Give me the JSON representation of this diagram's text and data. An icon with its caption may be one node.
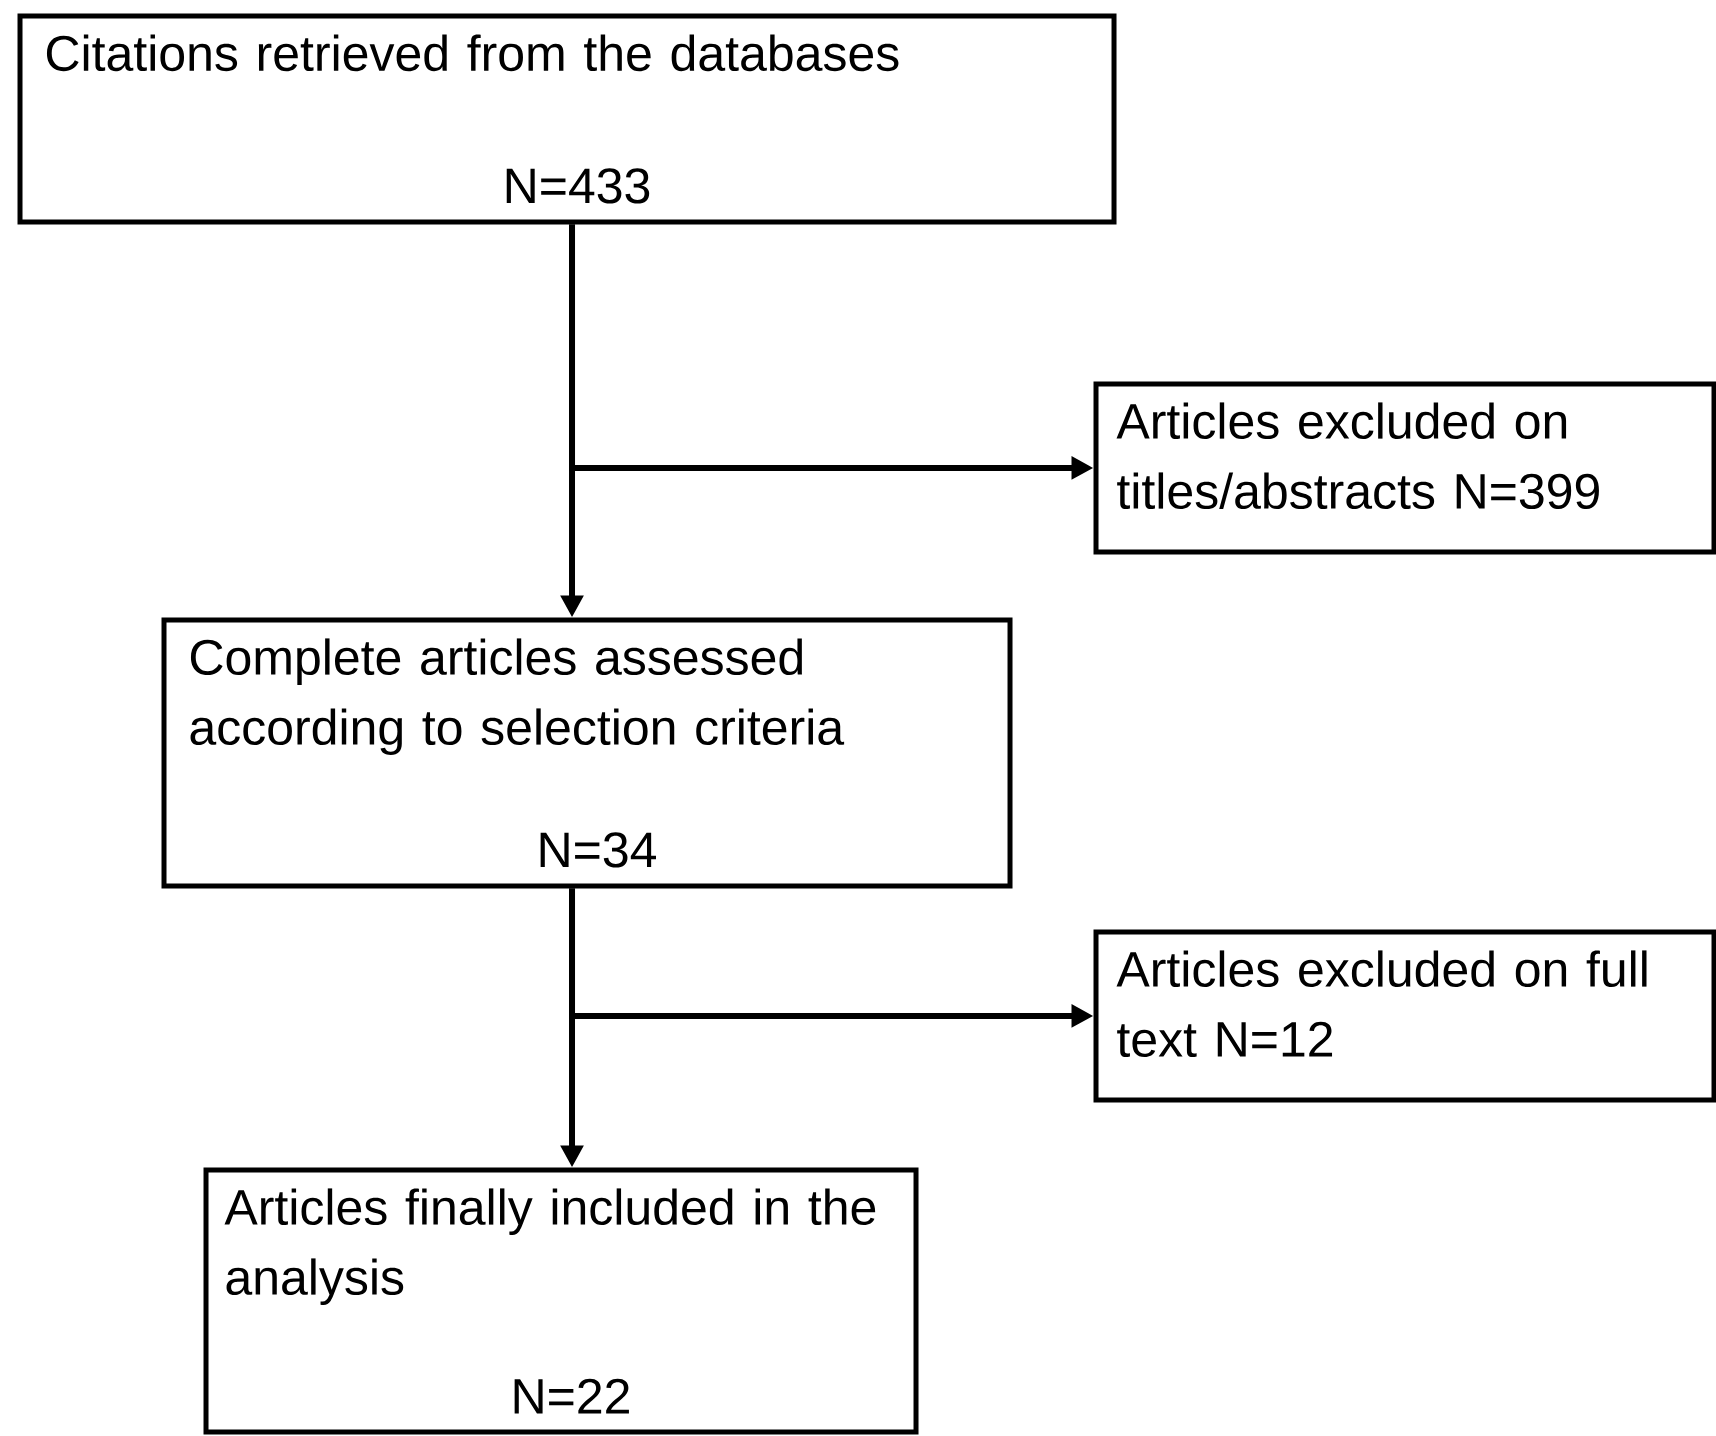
{
  "diagram": {
    "nodes": [
      {
        "text": [
          "Citations retrieved from the databases",
          "N=433"
        ]
      },
      {
        "text": [
          "Articles excluded on titles/abstracts  N=399"
        ]
      },
      {
        "text": [
          "Complete articles assessed according to selection criteria",
          "N=34"
        ]
      },
      {
        "text": [
          "Articles excluded on full text   N=12"
        ]
      },
      {
        "text": [
          "Articles finally included in the analysis",
          "N=22"
        ]
      }
    ],
    "edges": [
      {
        "from": 0,
        "to": 2,
        "arrow": "to"
      },
      {
        "from": 0,
        "to": 1,
        "arrow": "to"
      },
      {
        "from": 2,
        "to": 4,
        "arrow": "to"
      },
      {
        "from": 2,
        "to": 3,
        "arrow": "to"
      }
    ]
  }
}
